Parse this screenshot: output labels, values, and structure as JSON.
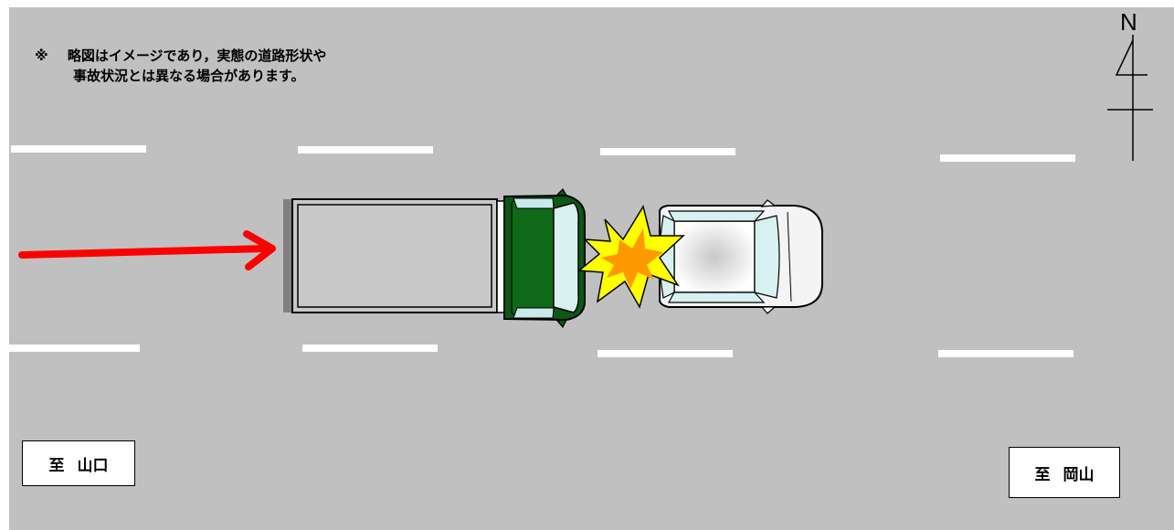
{
  "note": {
    "marker": "※",
    "line1": "略図はイメージであり，実態の道路形状や",
    "line2": "事故状況とは異なる場合があります。"
  },
  "destinations": {
    "west": {
      "prefix": "至",
      "place": "山口"
    },
    "east": {
      "prefix": "至",
      "place": "岡山"
    }
  },
  "compass": {
    "label": "N"
  },
  "colors": {
    "road": "#c0c0c0",
    "lane_marking": "#ffffff",
    "arrow": "#ff0000",
    "truck_cab": "#0a5a14",
    "truck_box": "#c8c8c8",
    "car_body": "#f4f4f4",
    "impact_outer": "#ffff00",
    "impact_inner": "#ff9900"
  },
  "vehicles": [
    {
      "type": "truck",
      "role": "rear vehicle",
      "direction": "east"
    },
    {
      "type": "car",
      "role": "front vehicle",
      "direction": "east"
    }
  ],
  "movement": {
    "direction": "east",
    "icon": "red-arrow"
  }
}
